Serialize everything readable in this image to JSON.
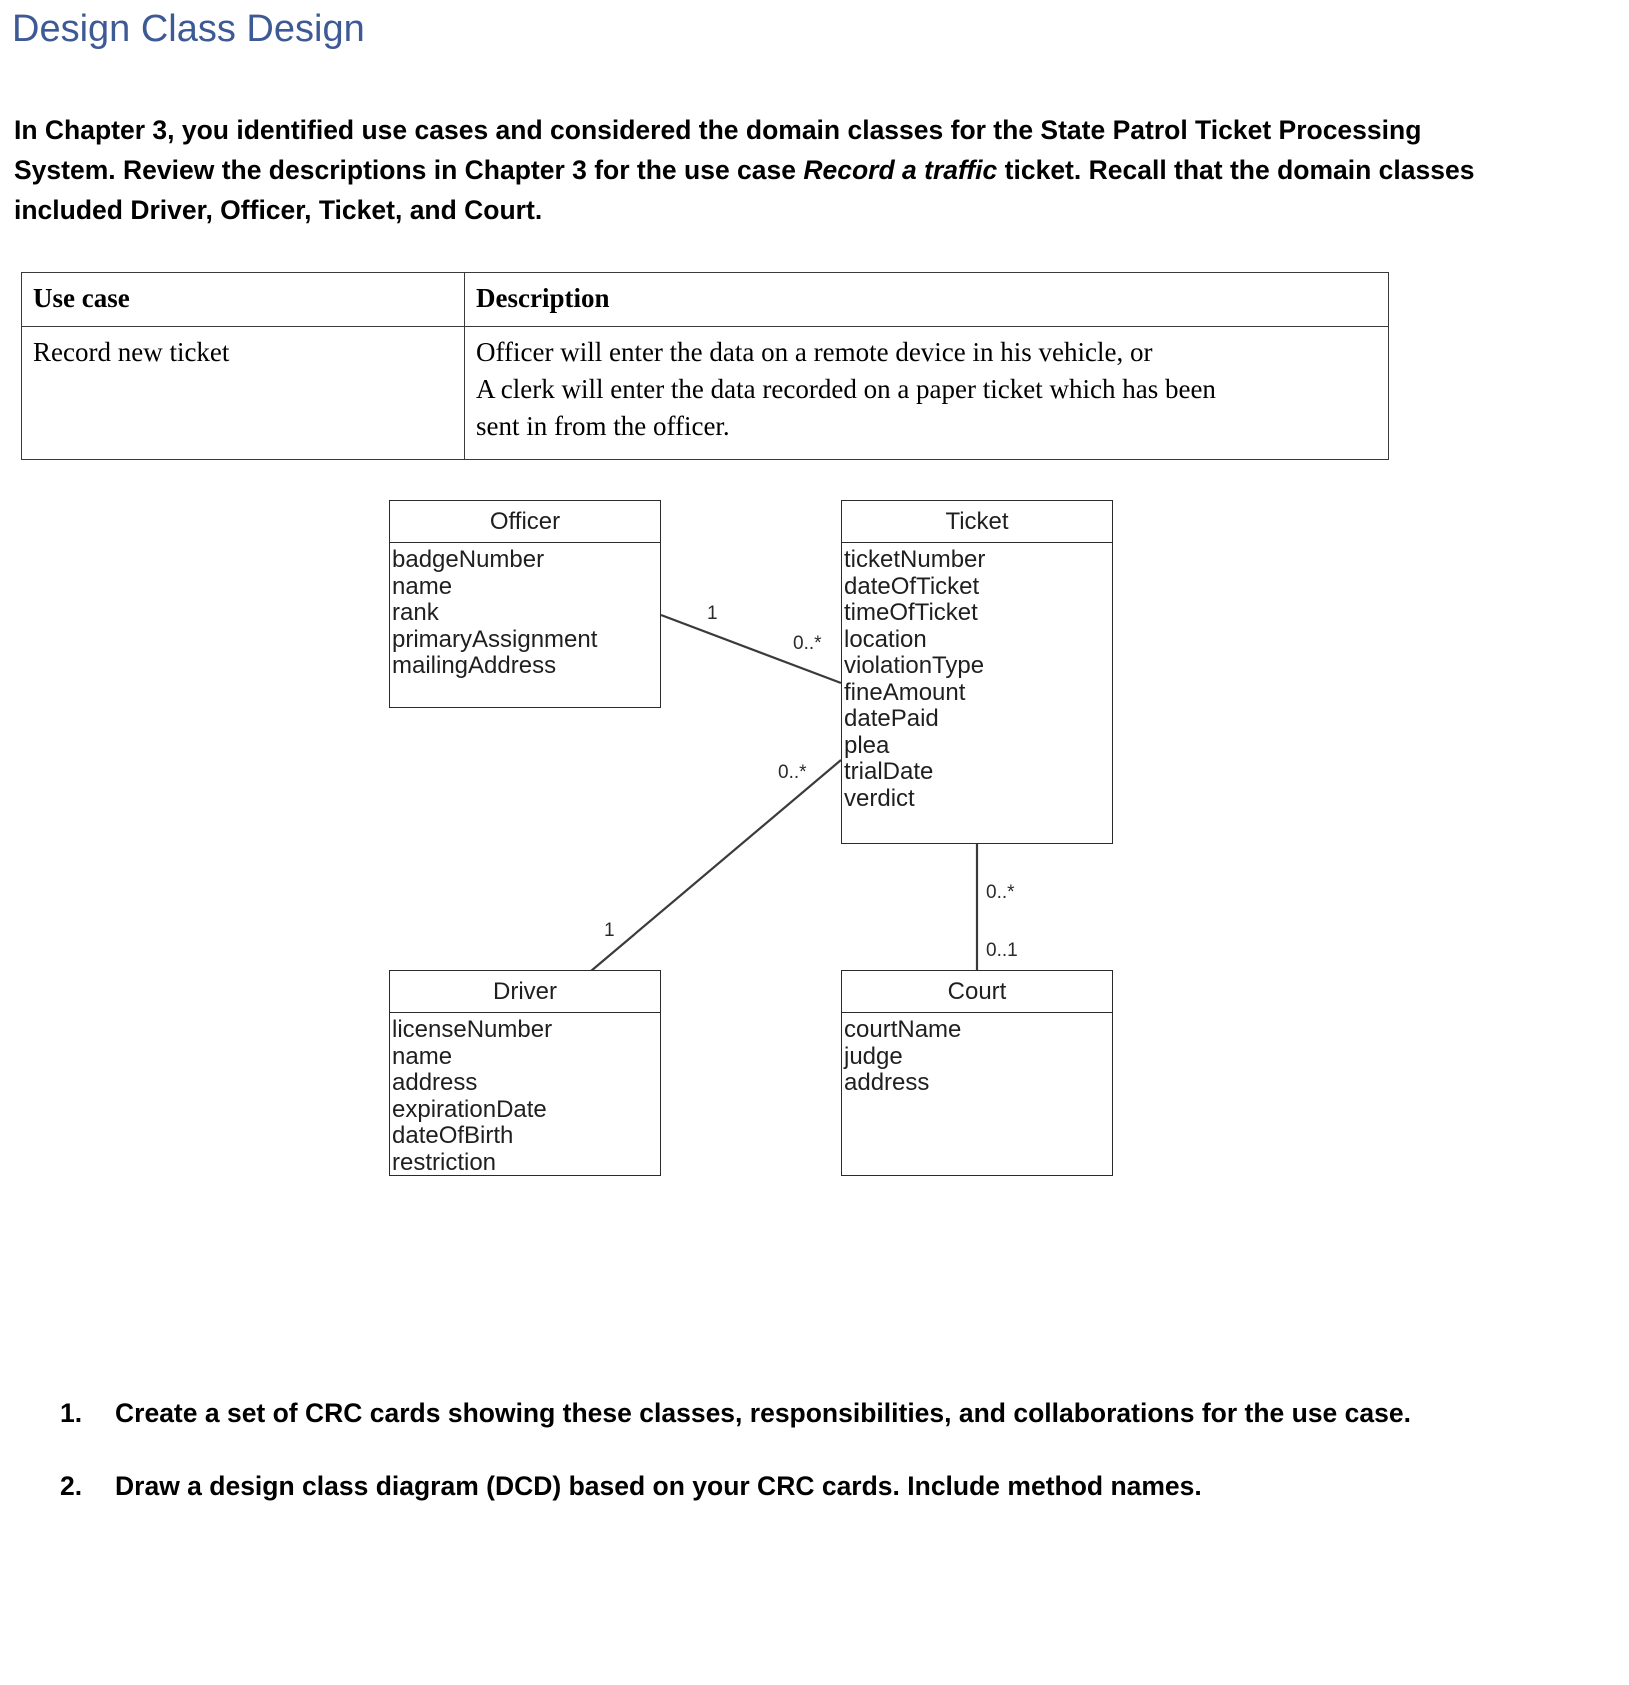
{
  "page": {
    "title": "Design Class Design",
    "title_color": "#3d5a96",
    "intro": {
      "part1": "In Chapter 3, you identified use cases and considered the domain classes for the State Patrol Ticket Processing System. Review the descriptions in Chapter 3 for the use case ",
      "emphasis": "Record a traffic",
      "part2": " ticket. Recall that the domain classes included Driver, Officer, Ticket, and Court."
    }
  },
  "usecase_table": {
    "headers": [
      "Use case",
      "Description"
    ],
    "rows": [
      {
        "use_case": "Record new ticket",
        "description_lines": [
          "Officer will enter the data on a remote device in his vehicle, or",
          "A clerk will enter the data recorded on a paper ticket which has been",
          "sent in from the officer."
        ]
      }
    ]
  },
  "diagram": {
    "type": "uml-class-diagram",
    "classes": [
      {
        "id": "officer",
        "name": "Officer",
        "attributes": [
          "badgeNumber",
          "name",
          "rank",
          "primaryAssignment",
          "mailingAddress"
        ]
      },
      {
        "id": "ticket",
        "name": "Ticket",
        "attributes": [
          "ticketNumber",
          "dateOfTicket",
          "timeOfTicket",
          "location",
          "violationType",
          "fineAmount",
          "datePaid",
          "plea",
          "trialDate",
          "verdict"
        ]
      },
      {
        "id": "driver",
        "name": "Driver",
        "attributes": [
          "licenseNumber",
          "name",
          "address",
          "expirationDate",
          "dateOfBirth",
          "restriction"
        ]
      },
      {
        "id": "court",
        "name": "Court",
        "attributes": [
          "courtName",
          "judge",
          "address"
        ]
      }
    ],
    "associations": [
      {
        "id": "officer-ticket",
        "from": "Officer",
        "to": "Ticket",
        "from_multiplicity": "1",
        "to_multiplicity": "0..*"
      },
      {
        "id": "driver-ticket",
        "from": "Driver",
        "to": "Ticket",
        "from_multiplicity": "1",
        "to_multiplicity": "0..*"
      },
      {
        "id": "ticket-court",
        "from": "Ticket",
        "to": "Court",
        "from_multiplicity": "0..*",
        "to_multiplicity": "0..1"
      }
    ]
  },
  "tasks": [
    {
      "number": "1.",
      "text": "Create a set of CRC cards showing these classes, responsibilities, and collaborations for the use case."
    },
    {
      "number": "2.",
      "text": "Draw a design class diagram (DCD) based on your CRC cards. Include method names."
    }
  ]
}
